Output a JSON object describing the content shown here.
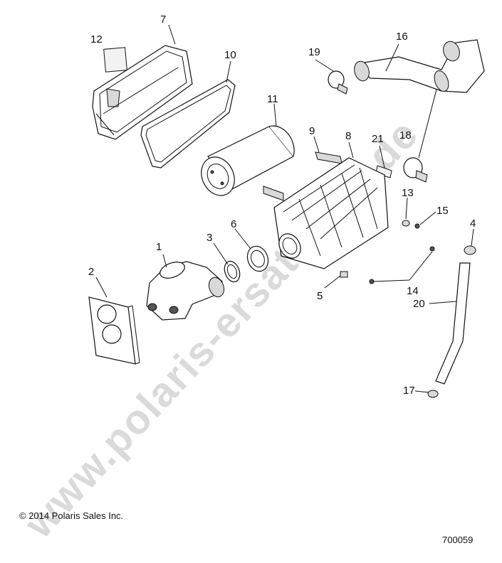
{
  "watermark": "www.polaris-ersatzteile.de",
  "copyright": "© 2014 Polaris Sales Inc.",
  "diagram_number": "700059",
  "callouts": [
    "1",
    "2",
    "3",
    "4",
    "5",
    "6",
    "7",
    "8",
    "9",
    "10",
    "11",
    "12",
    "13",
    "14",
    "15",
    "16",
    "17",
    "18",
    "19",
    "20",
    "21"
  ],
  "colors": {
    "line": "#111111",
    "watermark": "#cfcfcf",
    "background": "#ffffff"
  }
}
